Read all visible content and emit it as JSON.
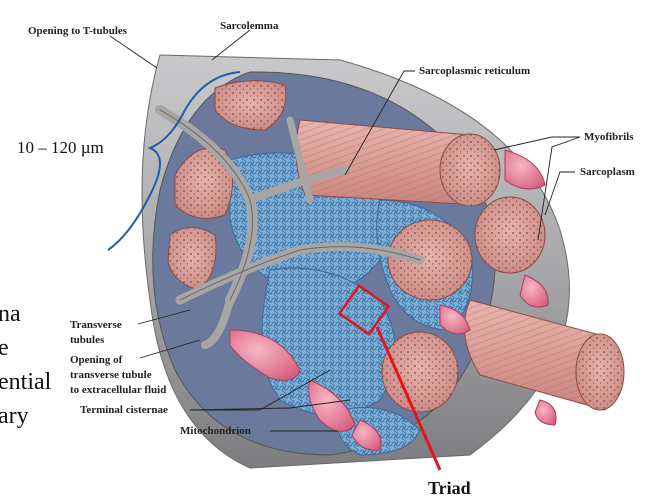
{
  "labels": {
    "opening_t_tubules": "Opening to T-tubules",
    "sarcolemma": "Sarcolemma",
    "sarcoplasmic_reticulum": "Sarcoplasmic reticulum",
    "myofibrils": "Myofibrils",
    "sarcoplasm": "Sarcoplasm",
    "diameter": "10 – 120 µm",
    "transverse_tubules_1": "Transverse",
    "transverse_tubules_2": "tubules",
    "opening_transverse_1": "Opening of",
    "opening_transverse_2": "transverse tubule",
    "opening_transverse_3": "to extracellular fluid",
    "terminal_cisternae": "Terminal cisternae",
    "mitochondrion": "Mitochondrion",
    "triad": "Triad"
  },
  "side_text": [
    "na",
    "e",
    "ential",
    "ary"
  ],
  "colors": {
    "sarcolemma": "#9c9c9e",
    "myofibril": "#d9a09a",
    "sarcoplasmic_reticulum": "#7aaed8",
    "t_tubule": "#a8a6a4",
    "mitochondrion": "#e8839e",
    "triad_box": "#e3141e",
    "brace": "#1f5fae"
  }
}
